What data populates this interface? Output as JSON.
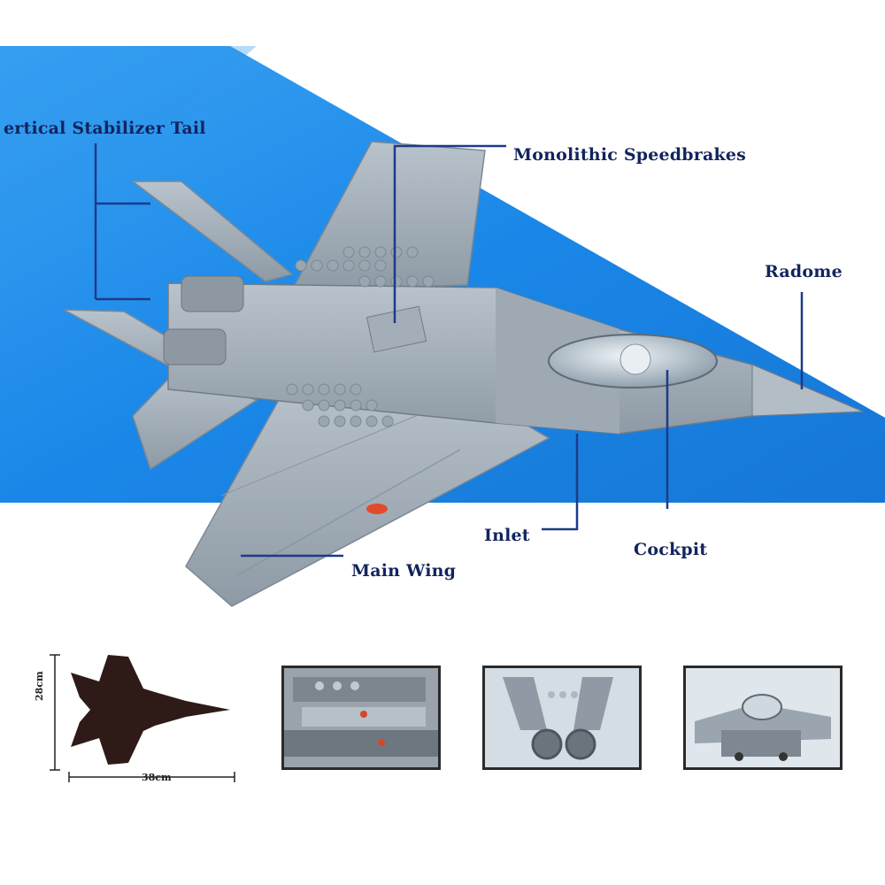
{
  "labels": {
    "vertical_stabilizer": "ertical Stabilizer Tail",
    "speedbrakes": "Monolithic Speedbrakes",
    "radome": "Radome",
    "inlet": "Inlet",
    "cockpit": "Cockpit",
    "main_wing": "Main Wing"
  },
  "dimensions": {
    "height": "28cm",
    "length": "38cm"
  },
  "colors": {
    "banner_blue": "#1a87e8",
    "leader_line": "#1d3a8a",
    "label_text": "#12245e",
    "model_gray": "#a7b2bc",
    "silhouette": "#2e1b18"
  },
  "thumbnails": [
    {
      "subject": "underside-detail-photo"
    },
    {
      "subject": "engine-nozzles-photo"
    },
    {
      "subject": "cockpit-front-photo"
    }
  ]
}
